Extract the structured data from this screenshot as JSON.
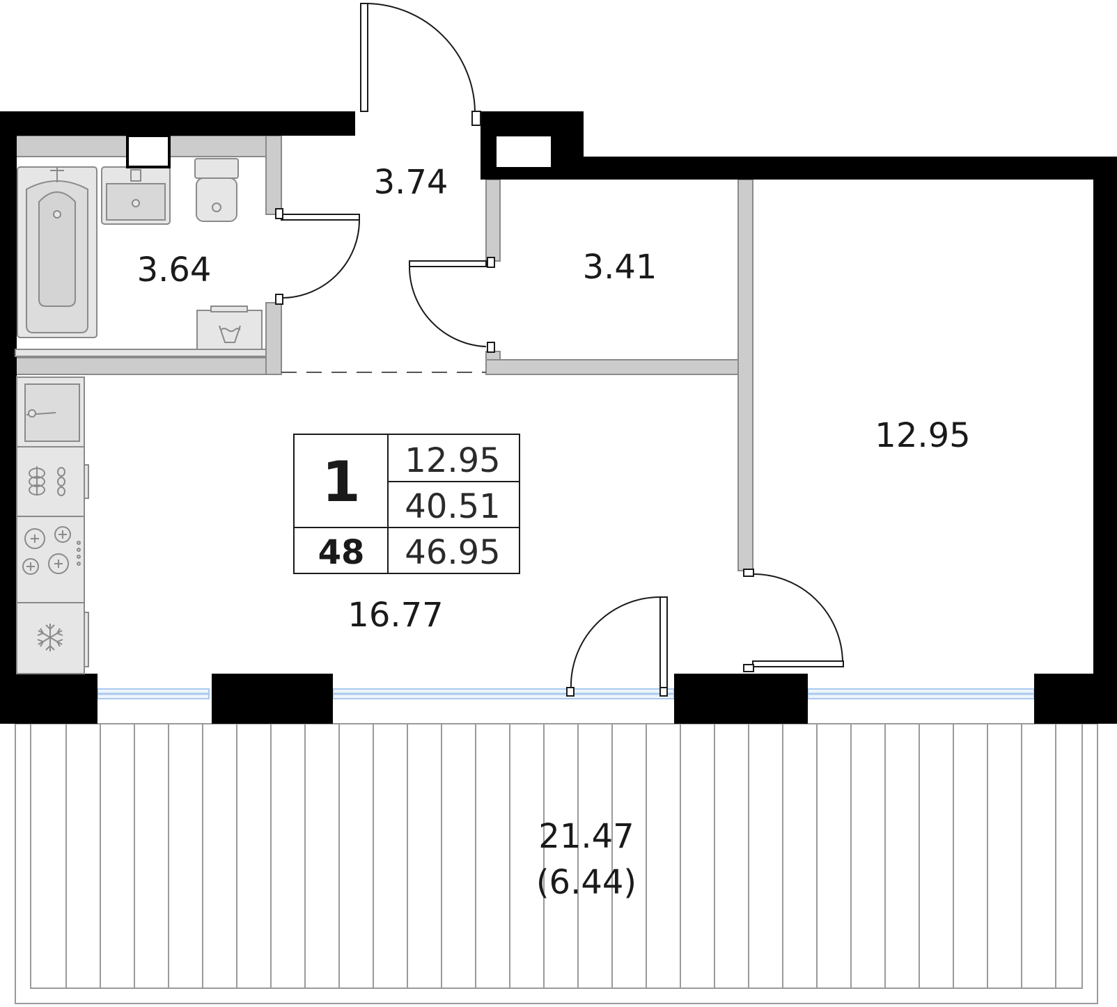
{
  "rooms": {
    "bathroom": {
      "area": "3.64"
    },
    "hall": {
      "area": "3.74"
    },
    "storage": {
      "area": "3.41"
    },
    "bedroom": {
      "area": "12.95"
    },
    "kitchen_living": {
      "area": "16.77"
    },
    "balcony": {
      "area": "21.47",
      "area_reduced": "(6.44)"
    }
  },
  "badge": {
    "rooms_count": "1",
    "apartment_number": "48",
    "living_area": "12.95",
    "total_area": "40.51",
    "total_with_balcony": "46.95"
  },
  "colors": {
    "wall": "#000000",
    "partition": "#cccccc",
    "fixture_fill": "#e6e6e6",
    "fixture_stroke": "#8a8a8a",
    "window_glass": "#a9c9ee"
  }
}
